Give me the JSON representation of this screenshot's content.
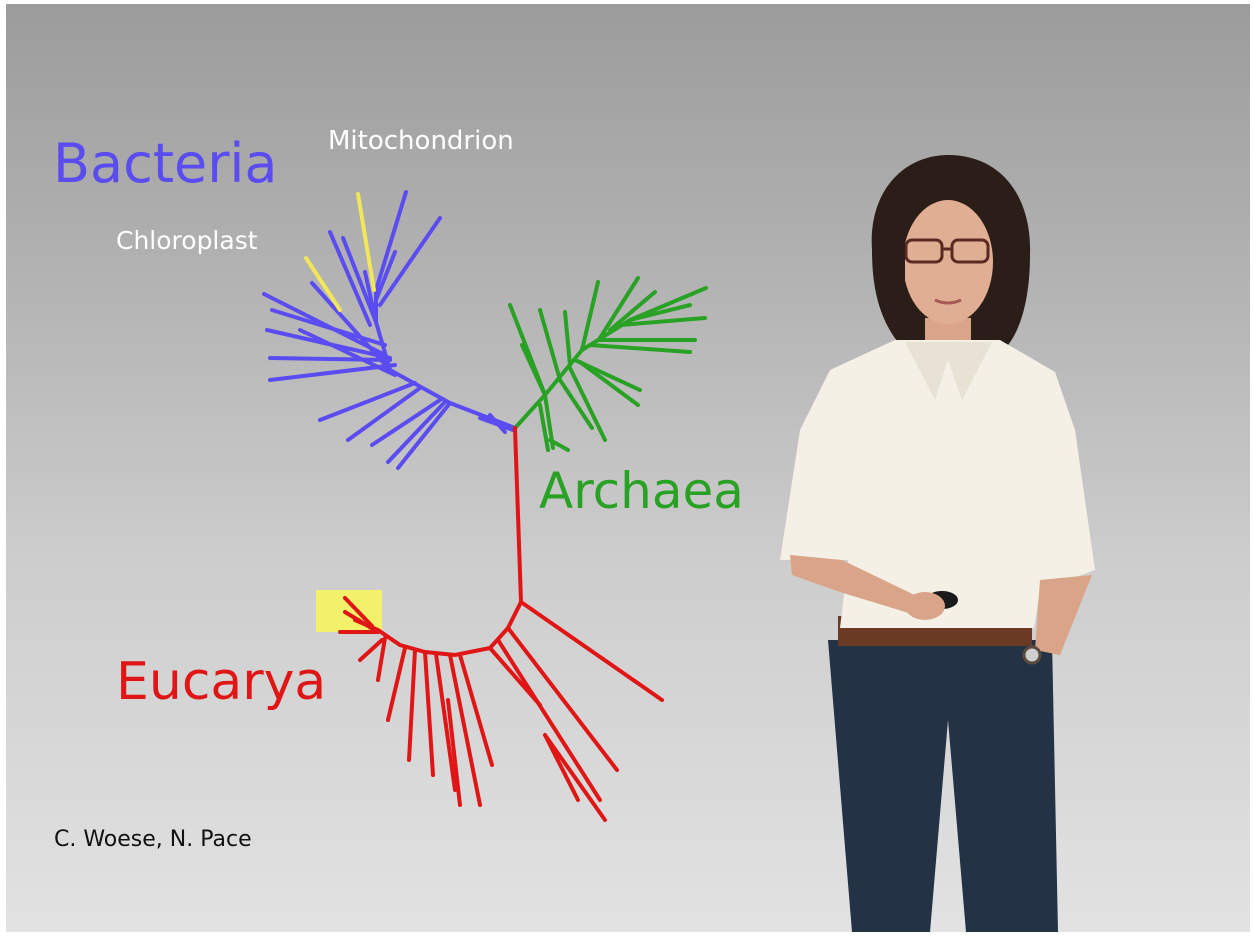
{
  "labels": {
    "bacteria": "Bacteria",
    "mitochondrion": "Mitochondrion",
    "chloroplast": "Chloroplast",
    "archaea": "Archaea",
    "eucarya": "Eucarya",
    "credit": "C. Woese, N. Pace"
  },
  "colors": {
    "bacteria": "#5a4cf0",
    "archaea": "#29a125",
    "eucarya": "#e01515",
    "organelle": "#f2e65a",
    "highlight": "#f3f06a"
  }
}
